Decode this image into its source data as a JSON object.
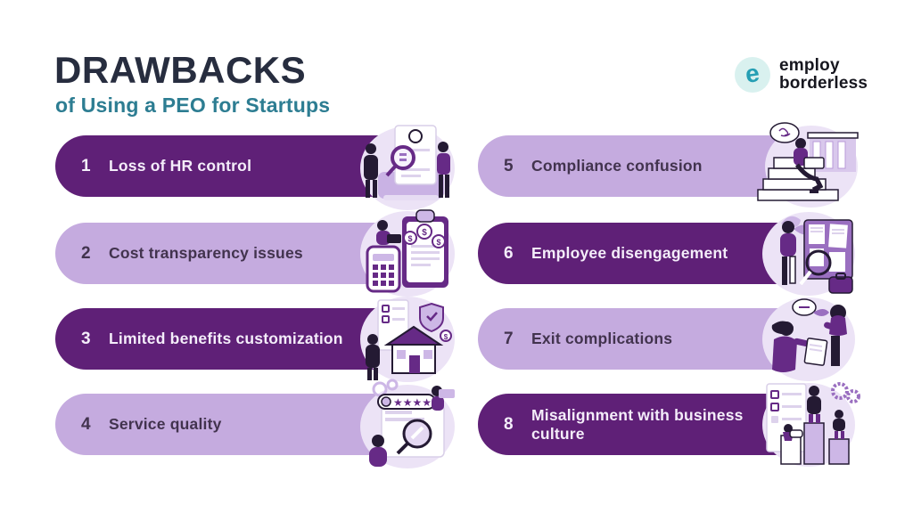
{
  "header": {
    "title": "DRAWBACKS",
    "subtitle": "of Using a PEO for Startups"
  },
  "logo": {
    "mark_glyph": "e",
    "name_line1": "employ",
    "name_line2": "borderless"
  },
  "items": [
    {
      "number": "1",
      "label": "Loss of HR control",
      "tone": "dark",
      "illustration": "hr-document-magnifier"
    },
    {
      "number": "2",
      "label": "Cost transparency issues",
      "tone": "light",
      "illustration": "calculator-clipboard-dollars"
    },
    {
      "number": "3",
      "label": "Limited benefits customization",
      "tone": "dark",
      "illustration": "house-shield-benefits"
    },
    {
      "number": "4",
      "label": "Service quality",
      "tone": "light",
      "illustration": "rating-stars-magnifier"
    },
    {
      "number": "5",
      "label": "Compliance confusion",
      "tone": "light",
      "illustration": "confused-person-steps-courthouse"
    },
    {
      "number": "6",
      "label": "Employee disengagement",
      "tone": "dark",
      "illustration": "person-noticeboard-briefcase"
    },
    {
      "number": "7",
      "label": "Exit complications",
      "tone": "light",
      "illustration": "two-people-discussion-clipboard"
    },
    {
      "number": "8",
      "label": "Misalignment with business culture",
      "tone": "dark",
      "illustration": "podium-figures-checklist-gears"
    }
  ],
  "colors": {
    "dark_purple": "#5f2077",
    "light_purple": "#c5abdf",
    "title_navy": "#272d3f",
    "subtitle_teal": "#2d7d92",
    "logo_teal": "#259fb4",
    "illustration_ink": "#241a33",
    "illustration_purple": "#662a86"
  }
}
